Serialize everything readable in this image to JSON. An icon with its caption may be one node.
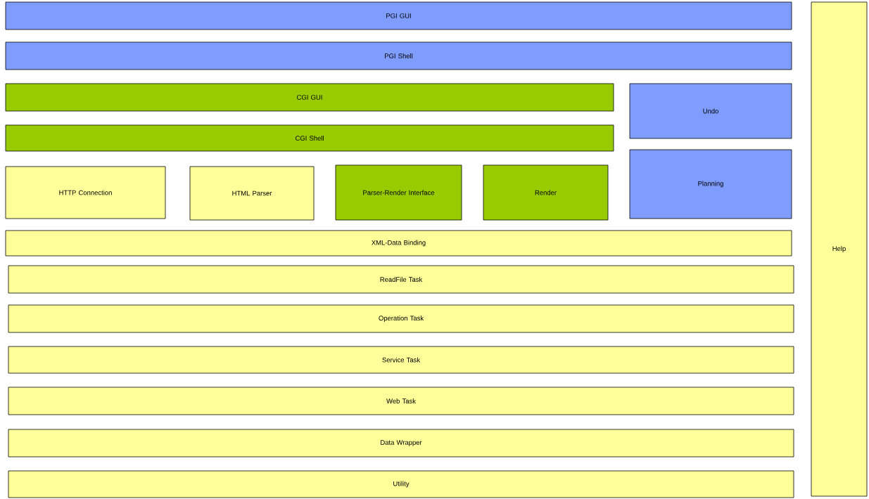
{
  "diagram": {
    "nodes": [
      {
        "text": [
          "PGI GUI"
        ]
      },
      {
        "text": [
          "PGI  Shell"
        ]
      },
      {
        "text": [
          "CGI GUI"
        ]
      },
      {
        "text": [
          "CGI  Shell"
        ]
      },
      {
        "text": [
          "HTTP Connection"
        ]
      },
      {
        "text": [
          "HTML Parser"
        ]
      },
      {
        "text": [
          "Parser-Render Interface"
        ]
      },
      {
        "text": [
          "Render"
        ]
      },
      {
        "text": [
          "Undo"
        ]
      },
      {
        "text": [
          "Planning"
        ]
      },
      {
        "text": [
          "XML-Data Binding"
        ]
      },
      {
        "text": [
          "ReadFile Task"
        ]
      },
      {
        "text": [
          "Operation Task"
        ]
      },
      {
        "text": [
          "Service Task"
        ]
      },
      {
        "text": [
          "Web Task"
        ]
      },
      {
        "text": [
          "Data Wrapper"
        ]
      },
      {
        "text": [
          "Utility"
        ]
      },
      {
        "text": [
          "Help"
        ]
      }
    ]
  }
}
